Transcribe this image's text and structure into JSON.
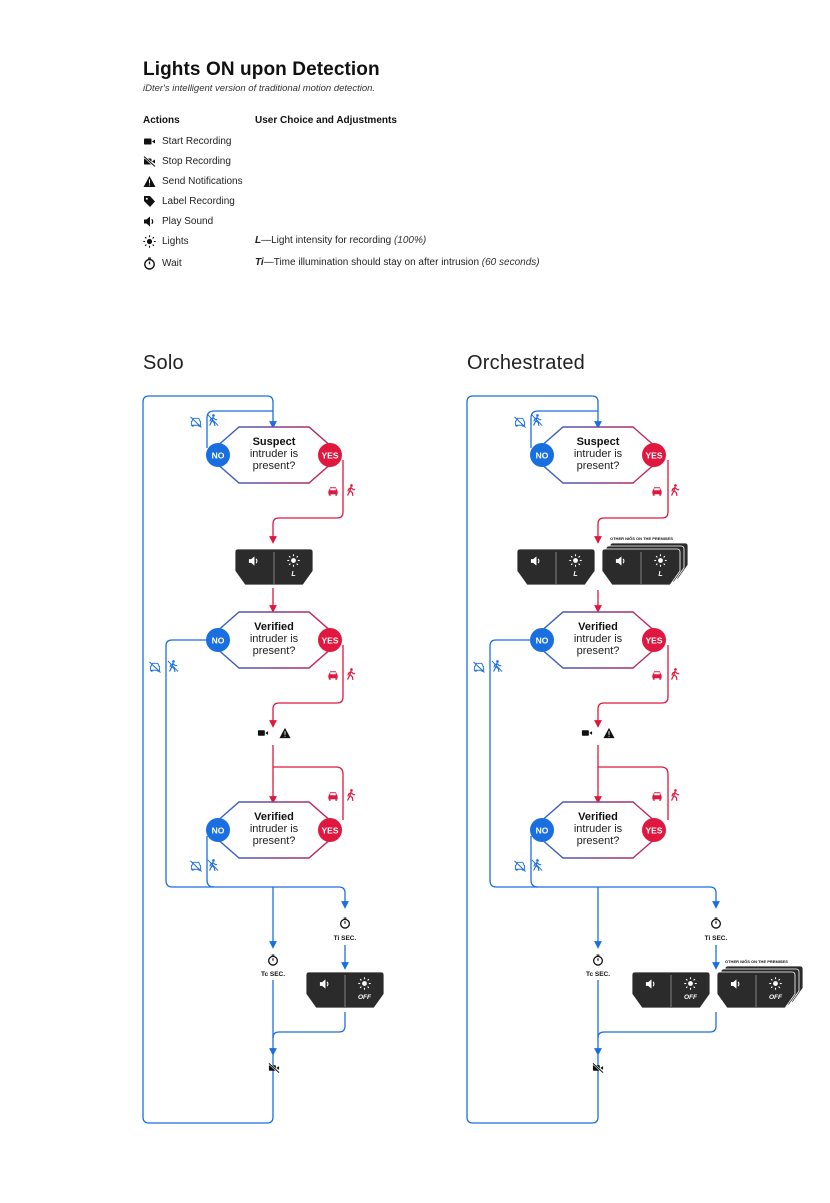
{
  "header": {
    "title": "Lights ON upon Detection",
    "subtitle": "iDter's intelligent version of traditional motion detection."
  },
  "legend": {
    "actions_heading": "Actions",
    "adjustments_heading": "User Choice and Adjustments",
    "actions": [
      {
        "icon": "camera-icon",
        "label": "Start Recording"
      },
      {
        "icon": "camera-off-icon",
        "label": "Stop Recording"
      },
      {
        "icon": "warning-icon",
        "label": "Send Notifications"
      },
      {
        "icon": "tag-icon",
        "label": "Label Recording"
      },
      {
        "icon": "speaker-icon",
        "label": "Play Sound"
      },
      {
        "icon": "sun-icon",
        "label": "Lights"
      },
      {
        "icon": "stopwatch-icon",
        "label": "Wait"
      }
    ],
    "lights_adj": {
      "key": "L",
      "text": "—Light intensity for recording ",
      "value": "(100%)"
    },
    "wait_adj": {
      "key": "Ti",
      "text": "—Time illumination should stay on after intrusion ",
      "value": "(60 seconds)"
    }
  },
  "sections": {
    "solo": "Solo",
    "orchestrated": "Orchestrated"
  },
  "diagram": {
    "no_label": "NO",
    "yes_label": "YES",
    "q1_bold": "Suspect",
    "q1_line2": "intruder is",
    "q1_line3": "present?",
    "q2_bold": "Verified",
    "q2_line2": "intruder is",
    "q2_line3": "present?",
    "light_level": "L",
    "off_label": "OFF",
    "ti_label": "Ti SEC.",
    "tc_label": "Tc SEC.",
    "other_nios": "OTHER NIÕS ON THE PREMISES"
  },
  "colors": {
    "blue": "#1a6fe0",
    "red": "#e0173f",
    "device": "#2b2b2b"
  }
}
